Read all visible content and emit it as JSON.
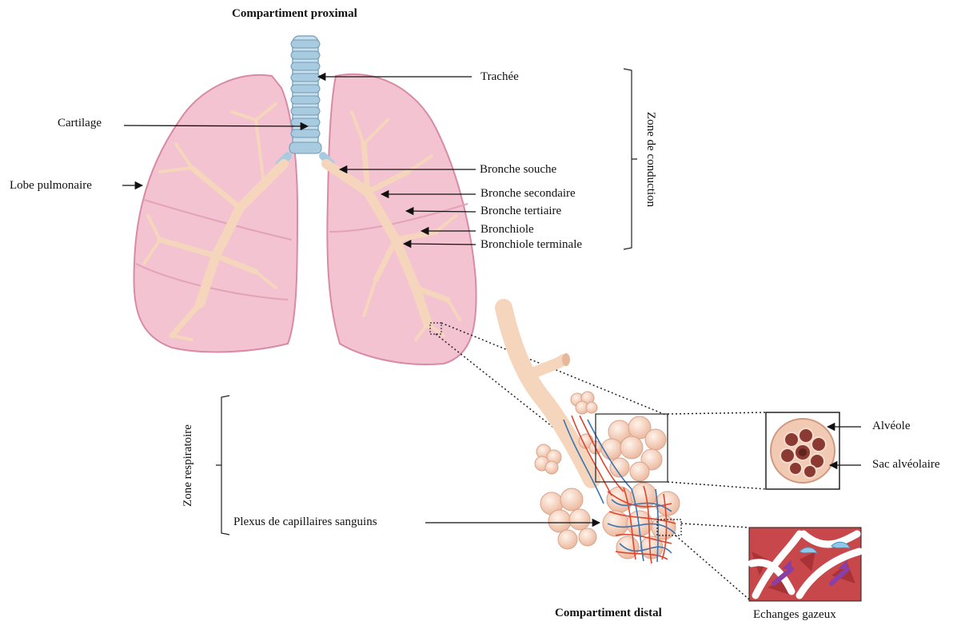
{
  "titles": {
    "proximal": "Compartiment proximal",
    "distal": "Compartiment distal",
    "gas_exchange": "Echanges gazeux"
  },
  "zones": {
    "conduction": "Zone de conduction",
    "respiratory": "Zone respiratoire"
  },
  "labels": {
    "trachee": "Trachée",
    "cartilage": "Cartilage",
    "lobe": "Lobe pulmonaire",
    "bronche_souche": "Bronche souche",
    "bronche_secondaire": "Bronche secondaire",
    "bronche_tertiaire": "Bronche tertiaire",
    "bronchiole": "Bronchiole",
    "bronchiole_terminale": "Bronchiole terminale",
    "alveole": "Alvéole",
    "sac_alveolaire": "Sac alvéolaire",
    "plexus": "Plexus de capillaires sanguins"
  },
  "colors": {
    "lung_fill": "#f3c3d2",
    "lung_edge": "#d98aa4",
    "bronchi": "#f5d5bb",
    "trachea": "#a9cbe0",
    "alveoli": "#f8d8c8",
    "artery": "#e0442b",
    "vein": "#3c74b0",
    "tissue": "#c8474a"
  }
}
